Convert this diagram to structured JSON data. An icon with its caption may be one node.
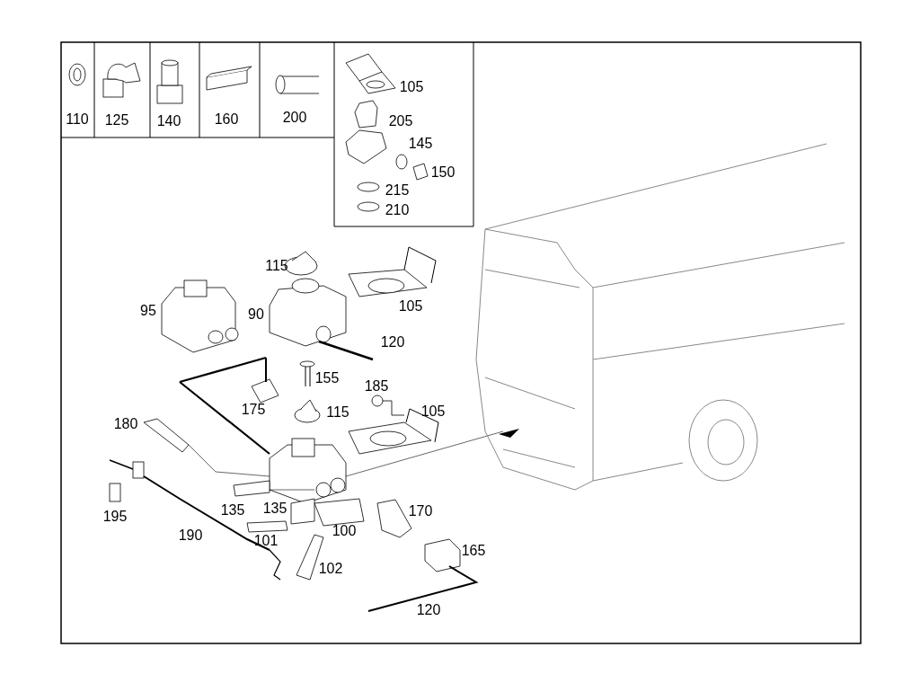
{
  "diagram": {
    "labels": [
      "110",
      "125",
      "140",
      "160",
      "200",
      "105",
      "205",
      "145",
      "150",
      "215",
      "210",
      "115",
      "105",
      "95",
      "90",
      "120",
      "155",
      "185",
      "175",
      "115",
      "105",
      "180",
      "135",
      "135",
      "170",
      "195",
      "100",
      "190",
      "101",
      "165",
      "102",
      "120"
    ]
  }
}
